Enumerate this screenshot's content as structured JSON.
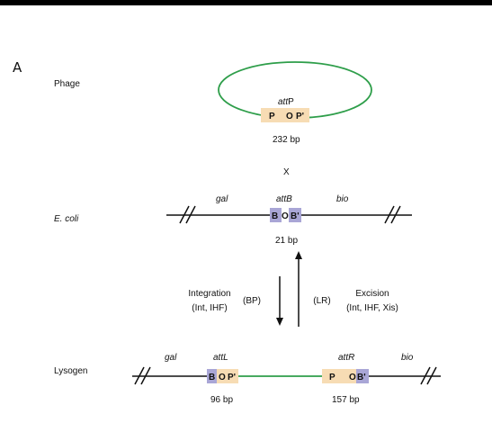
{
  "panel_label": "A",
  "phage": {
    "label": "Phage",
    "site_name_italic": "att",
    "site_name_rest": "P",
    "segments": [
      "P",
      "O",
      "P'"
    ],
    "size": "232 bp"
  },
  "cross": "X",
  "ecoli": {
    "label": "E. coli",
    "gene_left": "gal",
    "site_name": "attB",
    "gene_right": "bio",
    "segments": [
      "B",
      "O",
      "B'"
    ],
    "size": "21 bp"
  },
  "integration": {
    "title": "Integration",
    "factors": "(Int, IHF)",
    "type": "(BP)"
  },
  "excision": {
    "title": "Excision",
    "factors": "(Int, IHF, Xis)",
    "type": "(LR)"
  },
  "lysogen": {
    "label": "Lysogen",
    "gene_left": "gal",
    "left_site": "attL",
    "left_segments": [
      "B",
      "O",
      "P'"
    ],
    "left_size": "96 bp",
    "right_site": "attR",
    "right_segments": [
      "P",
      "O",
      "B'"
    ],
    "right_size": "157 bp",
    "gene_right": "bio"
  },
  "colors": {
    "phage_green": "#2e9e4a",
    "phage_box": "#f7dcb4",
    "bacterial_box": "#a9a6d6",
    "line": "#111111"
  }
}
